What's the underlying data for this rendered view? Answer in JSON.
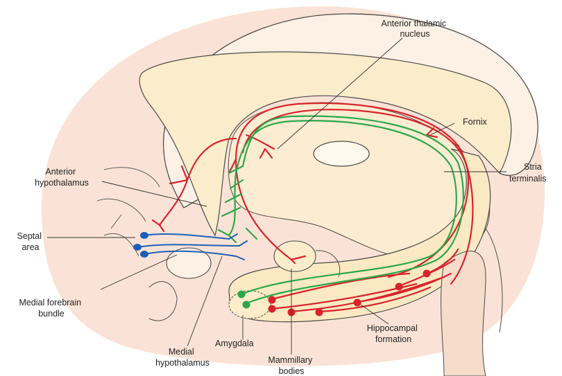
{
  "labels": {
    "anterior_thalamic": [
      "Anterior thalamic",
      "nucleus"
    ],
    "fornix": [
      "Fornix"
    ],
    "stria_terminalis": [
      "Stria",
      "terminalis"
    ],
    "anterior_hypothalamus": [
      "Anterior",
      "hypothalamus"
    ],
    "septal_area": [
      "Septal",
      "area"
    ],
    "medial_forebrain_bundle": [
      "Medial forebrain",
      "bundle"
    ],
    "medial_hypothalamus": [
      "Medial",
      "hypothalamus"
    ],
    "amygdala": [
      "Amygdala"
    ],
    "mammillary_bodies": [
      "Mammillary",
      "bodies"
    ],
    "hippocampal_formation": [
      "Hippocampal",
      "formation"
    ]
  },
  "colors": {
    "background": "#ffffff",
    "brain_fill": "#fae3d6",
    "structure_fill": "#fbeccb",
    "outline": "#4a4a4a",
    "fornix_pathway": "#d8232a",
    "stria_pathway": "#2aa84a",
    "septal_pathway": "#1d5fb8"
  }
}
